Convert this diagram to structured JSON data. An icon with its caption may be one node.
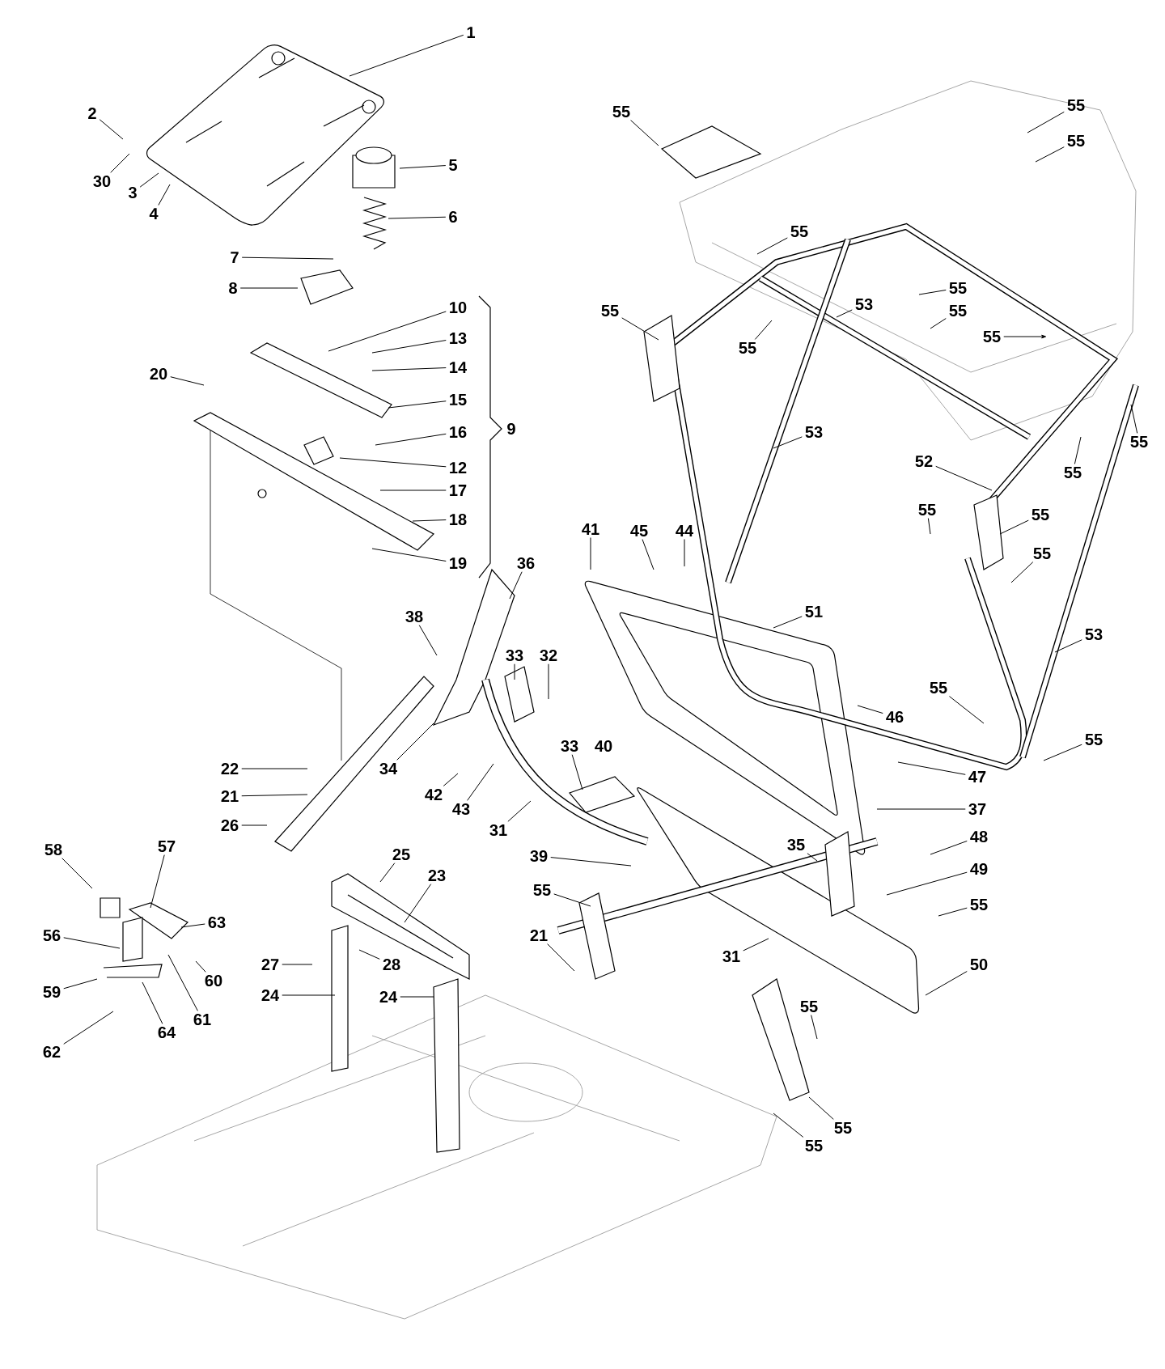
{
  "diagram": {
    "nodes": [
      {
        "text": [
          "1"
        ]
      },
      {
        "text": [
          "2"
        ]
      },
      {
        "text": [
          "30"
        ]
      },
      {
        "text": [
          "3"
        ]
      },
      {
        "text": [
          "4"
        ]
      },
      {
        "text": [
          "5"
        ]
      },
      {
        "text": [
          "6"
        ]
      },
      {
        "text": [
          "7"
        ]
      },
      {
        "text": [
          "8"
        ]
      },
      {
        "text": [
          "10"
        ]
      },
      {
        "text": [
          "13"
        ]
      },
      {
        "text": [
          "14"
        ]
      },
      {
        "text": [
          "15"
        ]
      },
      {
        "text": [
          "20"
        ]
      },
      {
        "text": [
          "16"
        ]
      },
      {
        "text": [
          "12"
        ]
      },
      {
        "text": [
          "17"
        ]
      },
      {
        "text": [
          "18"
        ]
      },
      {
        "text": [
          "19"
        ]
      },
      {
        "text": [
          "55"
        ]
      },
      {
        "text": [
          "55"
        ]
      },
      {
        "text": [
          "55"
        ]
      },
      {
        "text": [
          "55"
        ]
      },
      {
        "text": [
          "55"
        ]
      },
      {
        "text": [
          "55"
        ]
      },
      {
        "text": [
          "55"
        ]
      },
      {
        "text": [
          "53"
        ]
      },
      {
        "text": [
          "55"
        ]
      },
      {
        "text": [
          "55"
        ]
      },
      {
        "text": [
          "53"
        ]
      },
      {
        "text": [
          "55"
        ]
      },
      {
        "text": [
          "52"
        ]
      },
      {
        "text": [
          "55"
        ]
      },
      {
        "text": [
          "55"
        ]
      },
      {
        "text": [
          "55"
        ]
      },
      {
        "text": [
          "55"
        ]
      },
      {
        "text": [
          "41"
        ]
      },
      {
        "text": [
          "45"
        ]
      },
      {
        "text": [
          "44"
        ]
      },
      {
        "text": [
          "36"
        ]
      },
      {
        "text": [
          "51"
        ]
      },
      {
        "text": [
          "53"
        ]
      },
      {
        "text": [
          "38"
        ]
      },
      {
        "text": [
          "33"
        ]
      },
      {
        "text": [
          "32"
        ]
      },
      {
        "text": [
          "55"
        ]
      },
      {
        "text": [
          "46"
        ]
      },
      {
        "text": [
          "55"
        ]
      },
      {
        "text": [
          "33"
        ]
      },
      {
        "text": [
          "34"
        ]
      },
      {
        "text": [
          "22"
        ]
      },
      {
        "text": [
          "47"
        ]
      },
      {
        "text": [
          "21"
        ]
      },
      {
        "text": [
          "42"
        ]
      },
      {
        "text": [
          "37"
        ]
      },
      {
        "text": [
          "43"
        ]
      },
      {
        "text": [
          "26"
        ]
      },
      {
        "text": [
          "31"
        ]
      },
      {
        "text": [
          "35"
        ]
      },
      {
        "text": [
          "48"
        ]
      },
      {
        "text": [
          "58"
        ]
      },
      {
        "text": [
          "57"
        ]
      },
      {
        "text": [
          "25"
        ]
      },
      {
        "text": [
          "39"
        ]
      },
      {
        "text": [
          "49"
        ]
      },
      {
        "text": [
          "23"
        ]
      },
      {
        "text": [
          "55"
        ]
      },
      {
        "text": [
          "55"
        ]
      },
      {
        "text": [
          "63"
        ]
      },
      {
        "text": [
          "56"
        ]
      },
      {
        "text": [
          "21"
        ]
      },
      {
        "text": [
          "31"
        ]
      },
      {
        "text": [
          "50"
        ]
      },
      {
        "text": [
          "27"
        ]
      },
      {
        "text": [
          "28"
        ]
      },
      {
        "text": [
          "60"
        ]
      },
      {
        "text": [
          "59"
        ]
      },
      {
        "text": [
          "24"
        ]
      },
      {
        "text": [
          "24"
        ]
      },
      {
        "text": [
          "55"
        ]
      },
      {
        "text": [
          "61"
        ]
      },
      {
        "text": [
          "64"
        ]
      },
      {
        "text": [
          "62"
        ]
      },
      {
        "text": [
          "55"
        ]
      },
      {
        "text": [
          "55"
        ]
      }
    ],
    "edges": [
      {
        "from": 0,
        "to": null,
        "arrow": "none"
      },
      {
        "from": 1,
        "to": null,
        "arrow": "none"
      },
      {
        "from": 2,
        "to": null,
        "arrow": "none"
      },
      {
        "from": 3,
        "to": null,
        "arrow": "none"
      },
      {
        "from": 4,
        "to": null,
        "arrow": "none"
      },
      {
        "from": 5,
        "to": null,
        "arrow": "none"
      },
      {
        "from": 6,
        "to": null,
        "arrow": "none"
      },
      {
        "from": 7,
        "to": null,
        "arrow": "none"
      },
      {
        "from": 8,
        "to": null,
        "arrow": "none"
      },
      {
        "from": 9,
        "to": null,
        "arrow": "none"
      },
      {
        "from": 10,
        "to": null,
        "arrow": "none"
      },
      {
        "from": 11,
        "to": null,
        "arrow": "none"
      },
      {
        "from": 12,
        "to": null,
        "arrow": "none"
      },
      {
        "from": 13,
        "to": null,
        "arrow": "none"
      },
      {
        "from": 14,
        "to": null,
        "arrow": "none"
      },
      {
        "from": 15,
        "to": null,
        "arrow": "none"
      },
      {
        "from": 16,
        "to": null,
        "arrow": "none"
      },
      {
        "from": 17,
        "to": null,
        "arrow": "none"
      },
      {
        "from": 18,
        "to": null,
        "arrow": "none"
      },
      {
        "from": 19,
        "to": null,
        "arrow": "none"
      },
      {
        "from": 20,
        "to": null,
        "arrow": "none"
      },
      {
        "from": 21,
        "to": null,
        "arrow": "none"
      },
      {
        "from": 22,
        "to": null,
        "arrow": "none"
      },
      {
        "from": 23,
        "to": null,
        "arrow": "none"
      },
      {
        "from": 24,
        "to": null,
        "arrow": "none"
      },
      {
        "from": 25,
        "to": null,
        "arrow": "none"
      },
      {
        "from": 26,
        "to": null,
        "arrow": "none"
      },
      {
        "from": 27,
        "to": null,
        "arrow": "none"
      },
      {
        "from": 28,
        "to": null,
        "arrow": "to"
      },
      {
        "from": 29,
        "to": null,
        "arrow": "none"
      },
      {
        "from": 30,
        "to": null,
        "arrow": "none"
      },
      {
        "from": 31,
        "to": null,
        "arrow": "none"
      },
      {
        "from": 32,
        "to": null,
        "arrow": "none"
      },
      {
        "from": 33,
        "to": null,
        "arrow": "none"
      },
      {
        "from": 34,
        "to": null,
        "arrow": "none"
      },
      {
        "from": 35,
        "to": null,
        "arrow": "none"
      },
      {
        "from": 36,
        "to": null,
        "arrow": "none"
      },
      {
        "from": 37,
        "to": null,
        "arrow": "none"
      },
      {
        "from": 38,
        "to": null,
        "arrow": "none"
      },
      {
        "from": 39,
        "to": null,
        "arrow": "none"
      },
      {
        "from": 40,
        "to": null,
        "arrow": "none"
      },
      {
        "from": 41,
        "to": null,
        "arrow": "none"
      },
      {
        "from": 42,
        "to": null,
        "arrow": "none"
      },
      {
        "from": 43,
        "to": null,
        "arrow": "none"
      },
      {
        "from": 44,
        "to": null,
        "arrow": "none"
      },
      {
        "from": 45,
        "to": null,
        "arrow": "none"
      },
      {
        "from": 46,
        "to": null,
        "arrow": "none"
      },
      {
        "from": 47,
        "to": null,
        "arrow": "none"
      },
      {
        "from": 48,
        "to": null,
        "arrow": "none"
      },
      {
        "from": 49,
        "to": null,
        "arrow": "none"
      },
      {
        "from": 50,
        "to": null,
        "arrow": "none"
      },
      {
        "from": 51,
        "to": null,
        "arrow": "none"
      },
      {
        "from": 52,
        "to": null,
        "arrow": "none"
      },
      {
        "from": 53,
        "to": null,
        "arrow": "none"
      },
      {
        "from": 54,
        "to": null,
        "arrow": "none"
      },
      {
        "from": 55,
        "to": null,
        "arrow": "none"
      },
      {
        "from": 56,
        "to": null,
        "arrow": "none"
      },
      {
        "from": 57,
        "to": null,
        "arrow": "none"
      },
      {
        "from": 58,
        "to": null,
        "arrow": "none"
      },
      {
        "from": 59,
        "to": null,
        "arrow": "none"
      },
      {
        "from": 60,
        "to": null,
        "arrow": "none"
      },
      {
        "from": 61,
        "to": null,
        "arrow": "none"
      },
      {
        "from": 62,
        "to": null,
        "arrow": "none"
      },
      {
        "from": 63,
        "to": null,
        "arrow": "none"
      },
      {
        "from": 64,
        "to": null,
        "arrow": "none"
      },
      {
        "from": 65,
        "to": null,
        "arrow": "none"
      },
      {
        "from": 66,
        "to": null,
        "arrow": "none"
      },
      {
        "from": 67,
        "to": null,
        "arrow": "none"
      },
      {
        "from": 68,
        "to": null,
        "arrow": "none"
      },
      {
        "from": 69,
        "to": null,
        "arrow": "none"
      },
      {
        "from": 70,
        "to": null,
        "arrow": "none"
      },
      {
        "from": 71,
        "to": null,
        "arrow": "none"
      },
      {
        "from": 72,
        "to": null,
        "arrow": "none"
      },
      {
        "from": 73,
        "to": null,
        "arrow": "none"
      },
      {
        "from": 74,
        "to": null,
        "arrow": "none"
      },
      {
        "from": 75,
        "to": null,
        "arrow": "none"
      },
      {
        "from": 76,
        "to": null,
        "arrow": "none"
      },
      {
        "from": 77,
        "to": null,
        "arrow": "none"
      },
      {
        "from": 78,
        "to": null,
        "arrow": "none"
      },
      {
        "from": 79,
        "to": null,
        "arrow": "none"
      },
      {
        "from": 80,
        "to": null,
        "arrow": "none"
      },
      {
        "from": 81,
        "to": null,
        "arrow": "none"
      },
      {
        "from": 82,
        "to": null,
        "arrow": "none"
      },
      {
        "from": 83,
        "to": null,
        "arrow": "none"
      },
      {
        "from": 84,
        "to": null,
        "arrow": "none"
      }
    ],
    "labels": [
      "9",
      "40"
    ]
  }
}
